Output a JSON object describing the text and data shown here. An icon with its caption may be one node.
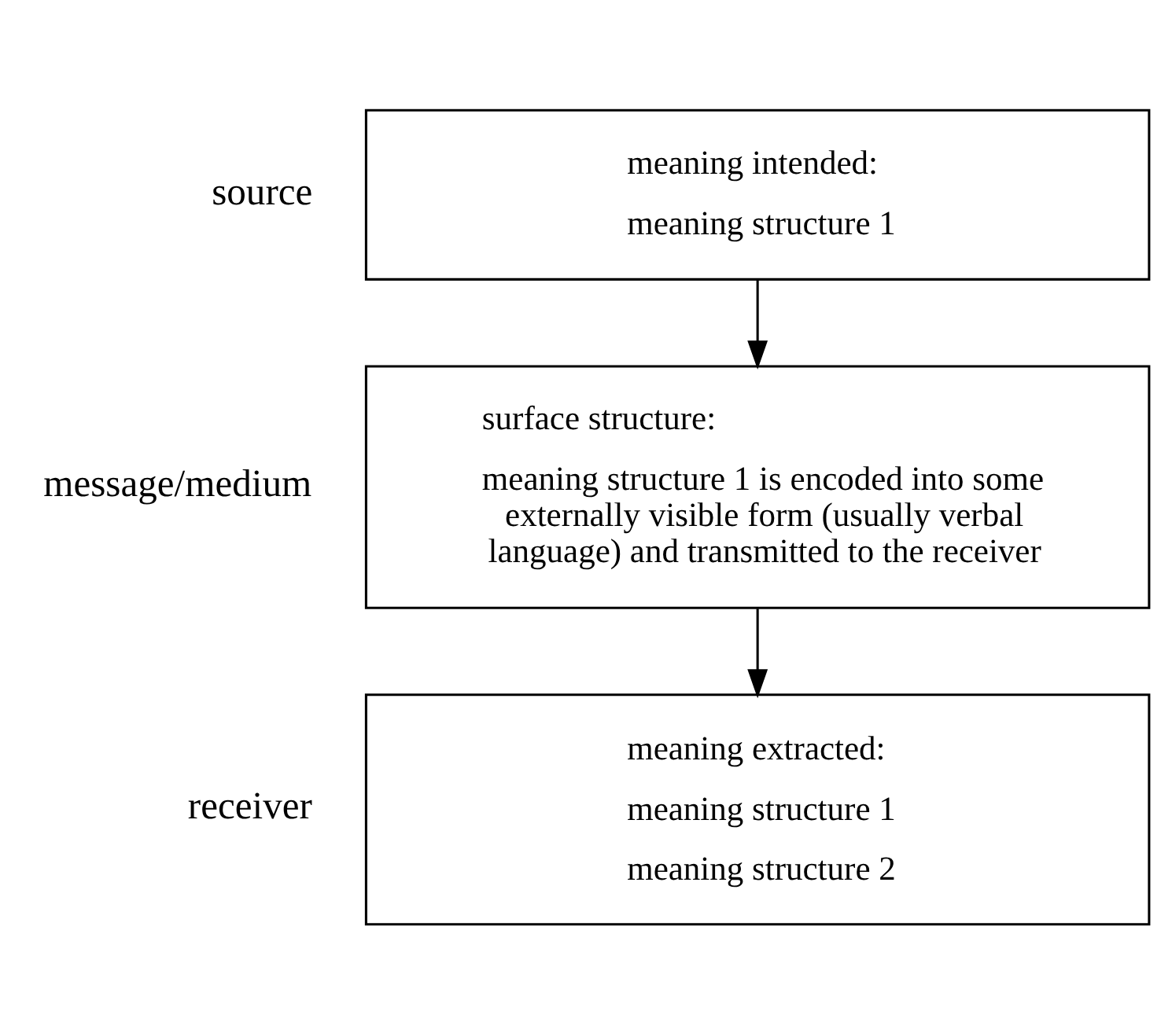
{
  "diagram": {
    "nodes": [
      {
        "text": [
          "meaning intended:",
          "meaning structure 1"
        ],
        "beside": [
          "source"
        ]
      },
      {
        "text": [
          "surface structure:",
          "meaning structure 1 is encoded into some externally visible form (usually verbal language) and transmitted to the receiver"
        ],
        "beside": [
          "message/medium"
        ]
      },
      {
        "text": [
          "meaning extracted:",
          "meaning structure 1",
          "meaning structure 2"
        ],
        "beside": [
          "receiver"
        ]
      }
    ],
    "edges": [
      {
        "from": 0,
        "to": 1,
        "arrow": "to"
      },
      {
        "from": 1,
        "to": 2,
        "arrow": "to"
      }
    ]
  }
}
